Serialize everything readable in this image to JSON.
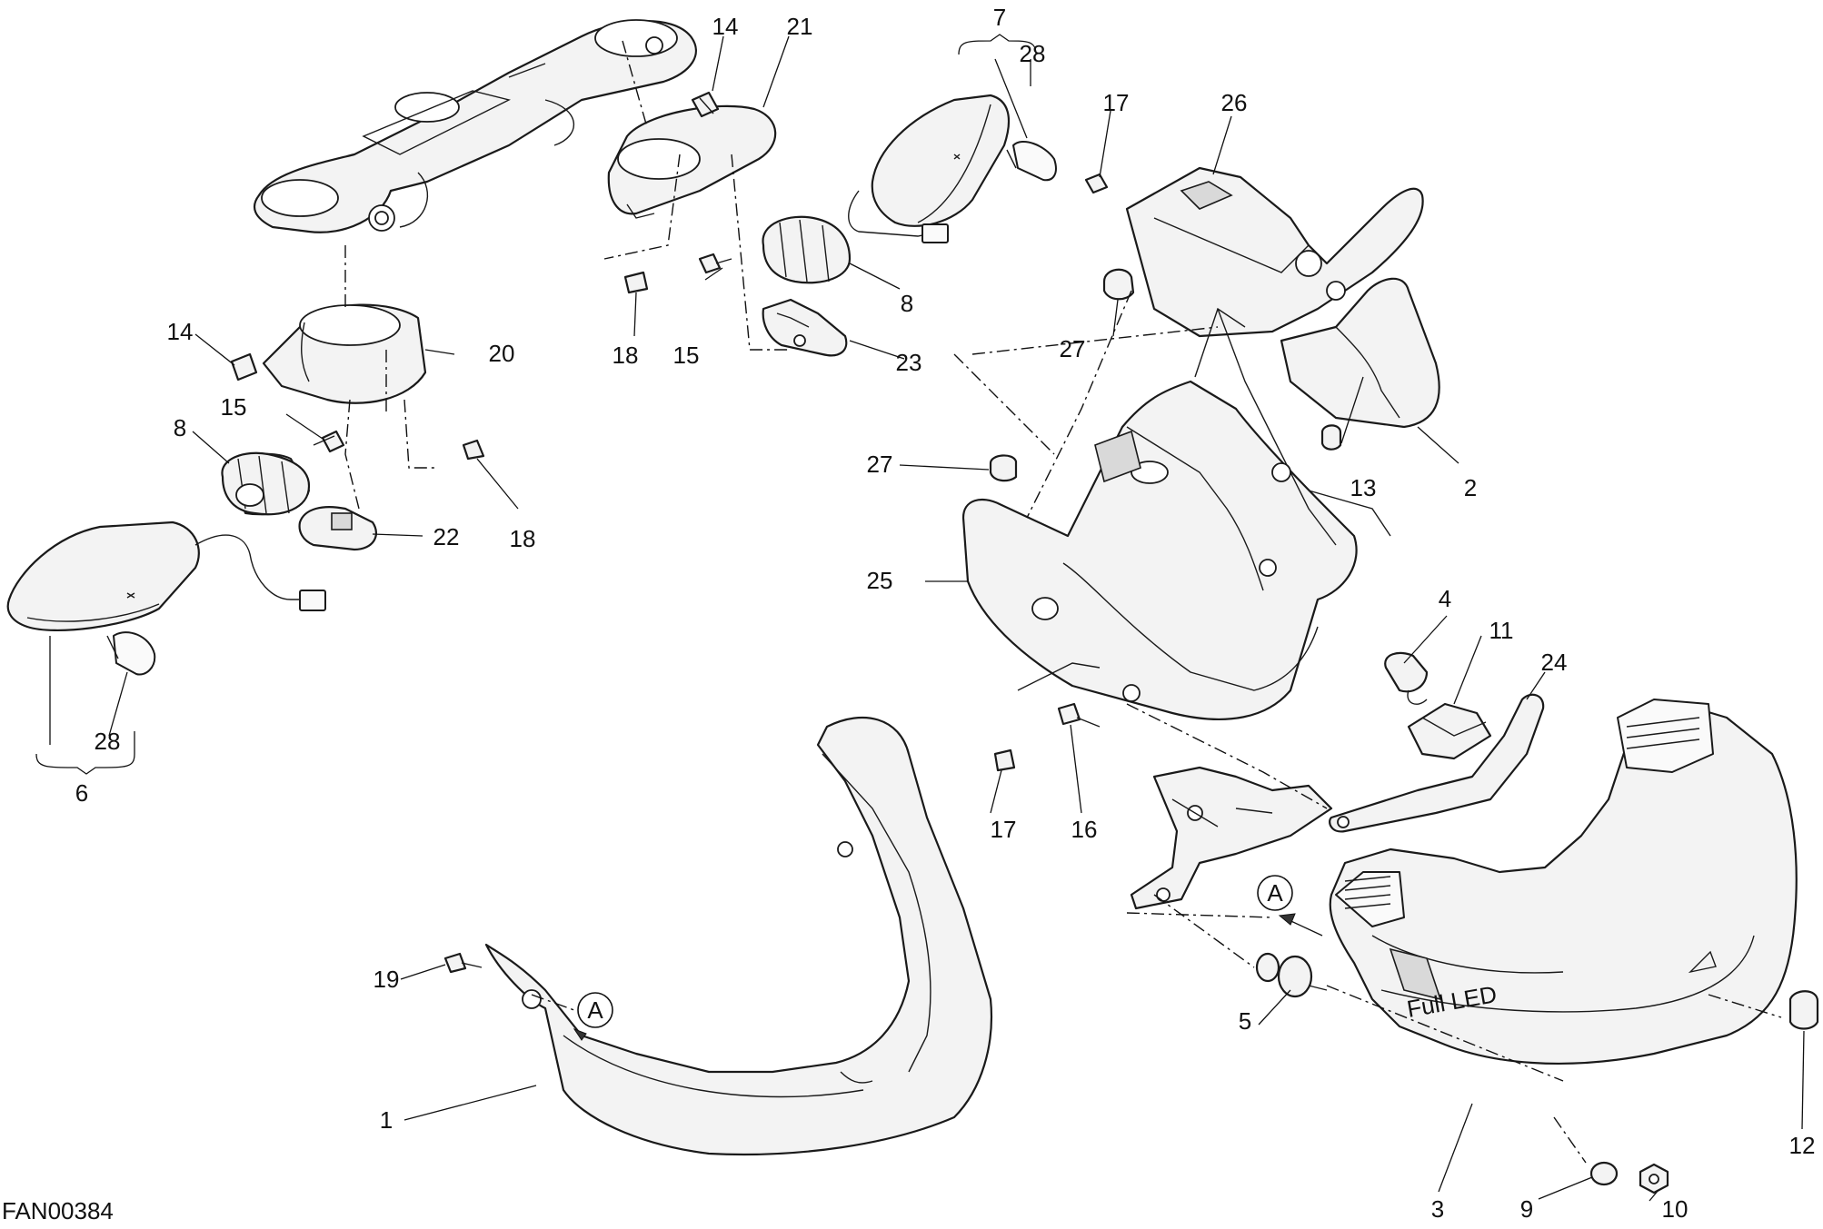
{
  "drawing_code": "FAN00384",
  "view_reference": "A",
  "callouts": {
    "c1": "1",
    "c2": "2",
    "c3": "3",
    "c4": "4",
    "c5": "5",
    "c6": "6",
    "c7": "7",
    "c8a": "8",
    "c8b": "8",
    "c9": "9",
    "c10": "10",
    "c11": "11",
    "c12": "12",
    "c13": "13",
    "c14a": "14",
    "c14b": "14",
    "c15a": "15",
    "c15b": "15",
    "c16": "16",
    "c17a": "17",
    "c17b": "17",
    "c18a": "18",
    "c18b": "18",
    "c19": "19",
    "c20": "20",
    "c21": "21",
    "c22": "22",
    "c23": "23",
    "c24": "24",
    "c25": "25",
    "c26": "26",
    "c27a": "27",
    "c27b": "27",
    "c28a": "28",
    "c28b": "28"
  },
  "headlight_badge": "Full LED"
}
